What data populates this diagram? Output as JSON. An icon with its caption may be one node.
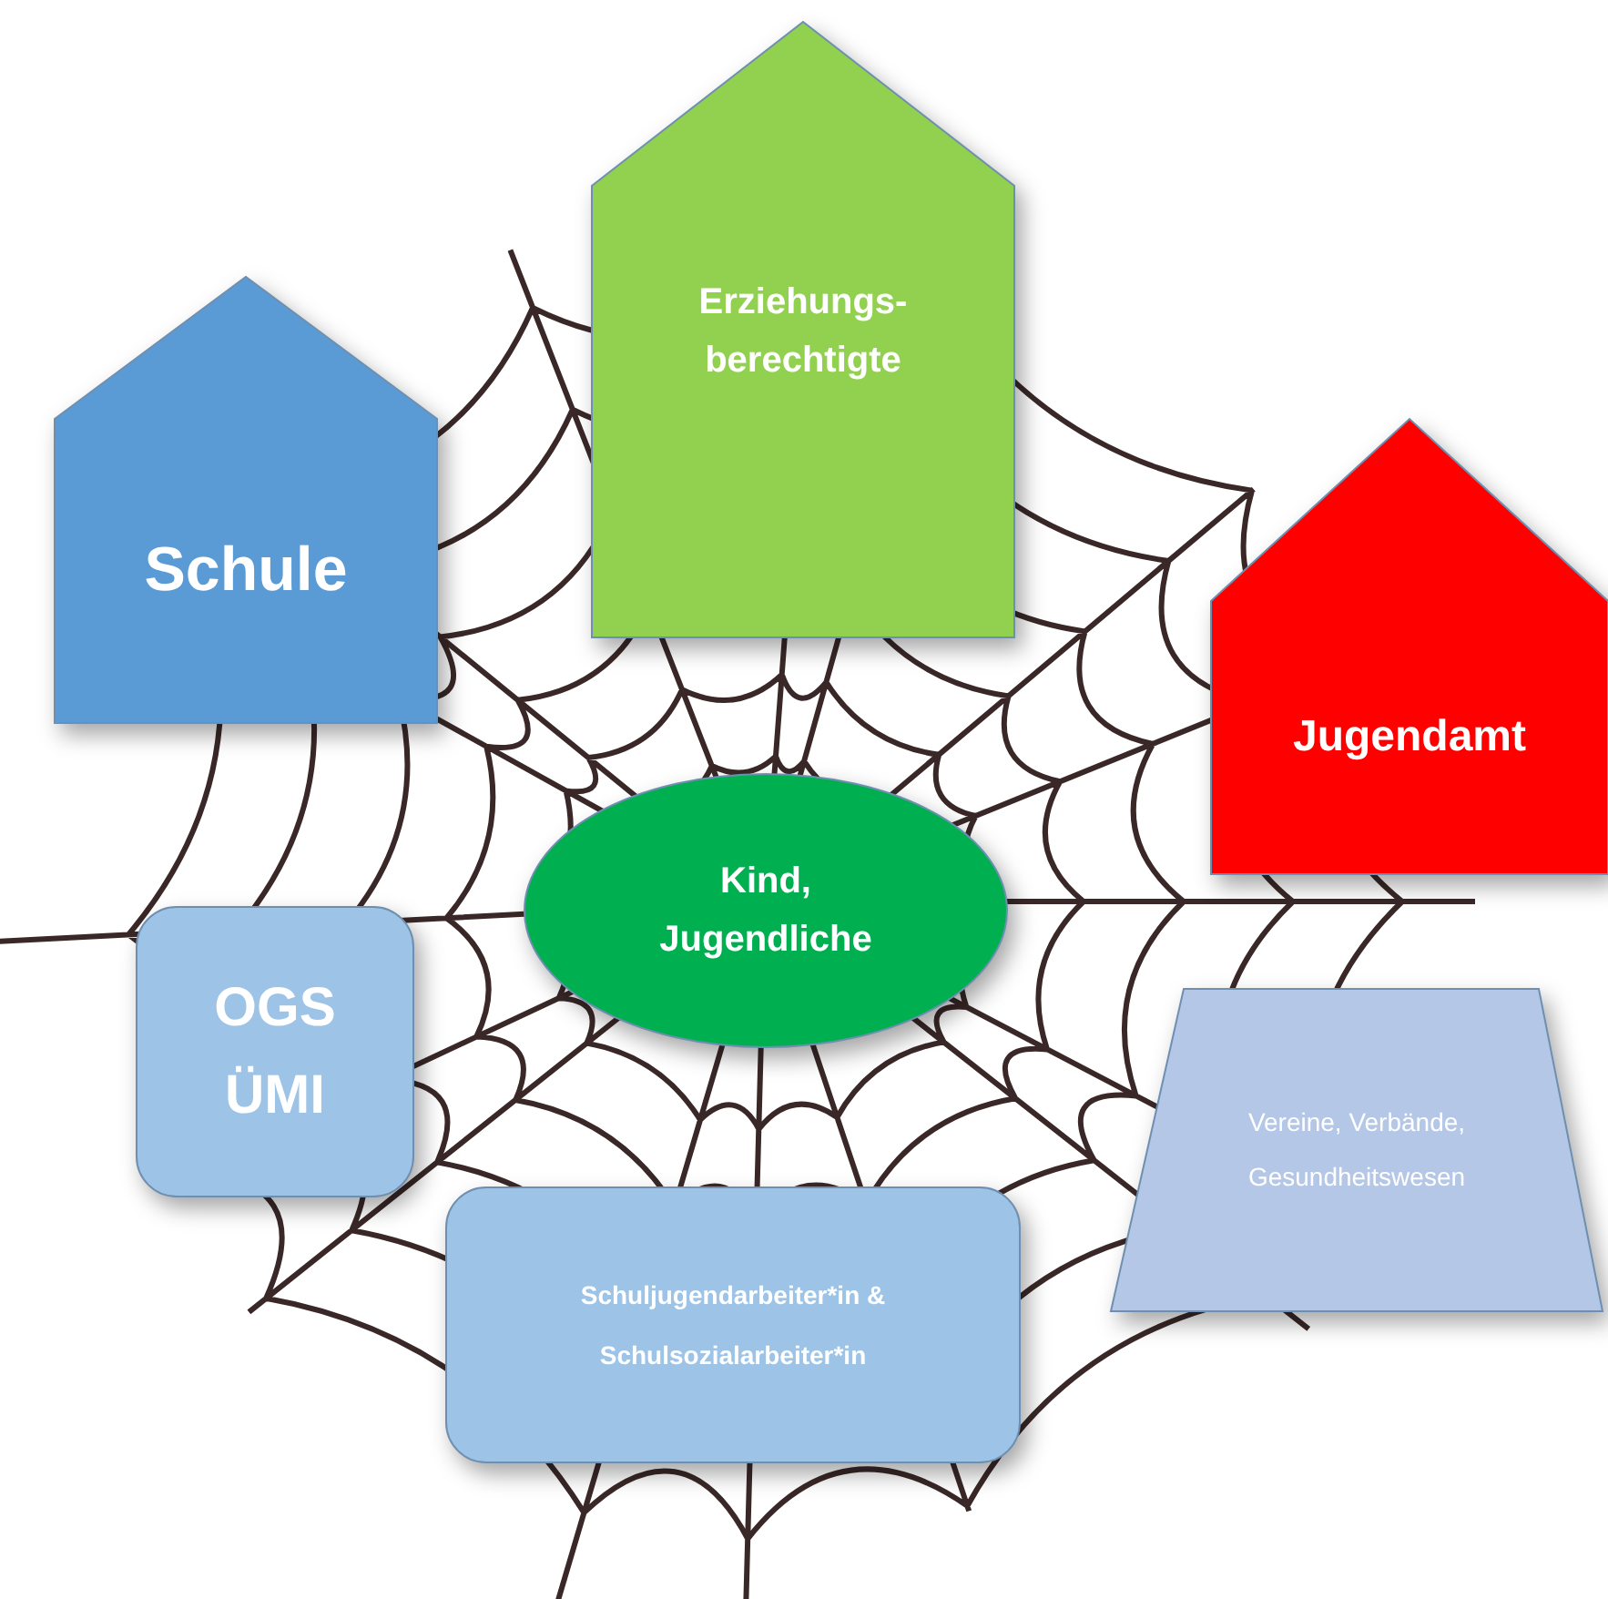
{
  "diagram": {
    "nodes": [
      {
        "text": [
          "Schule"
        ]
      },
      {
        "text": [
          "Erziehungs- berechtigte"
        ]
      },
      {
        "text": [
          "Jugendamt"
        ]
      },
      {
        "text": [
          "Kind, Jugendliche"
        ]
      },
      {
        "text": [
          "OGS",
          "ÜMI"
        ]
      },
      {
        "text": [
          "Vereine, Verbände, Gesundheitswesen"
        ]
      },
      {
        "text": [
          "Schuljugendarbeiter*in & Schulsozialarbeiter*in"
        ]
      }
    ]
  }
}
